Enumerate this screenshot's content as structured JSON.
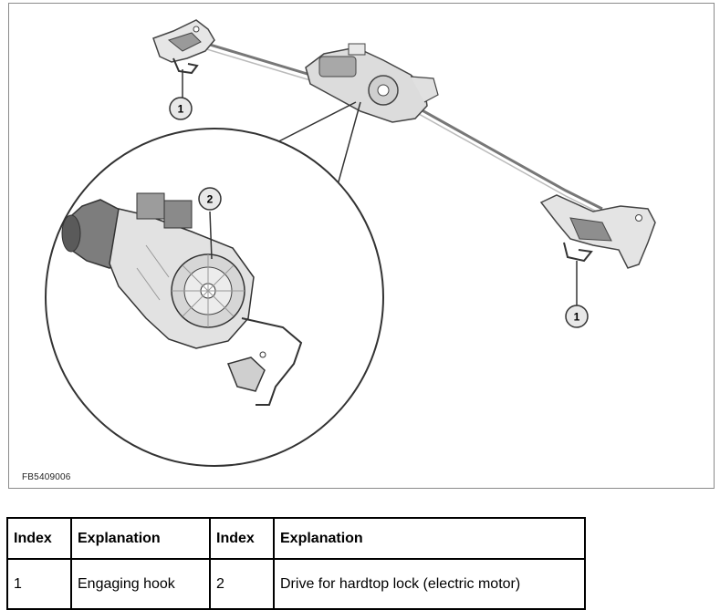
{
  "figure": {
    "code": "FB5409006",
    "callouts": [
      "1",
      "2",
      "1"
    ]
  },
  "legend": {
    "headers": [
      "Index",
      "Explanation",
      "Index",
      "Explanation"
    ],
    "rows": [
      [
        "1",
        "Engaging hook",
        "2",
        "Drive for hardtop lock (electric motor)"
      ]
    ]
  }
}
